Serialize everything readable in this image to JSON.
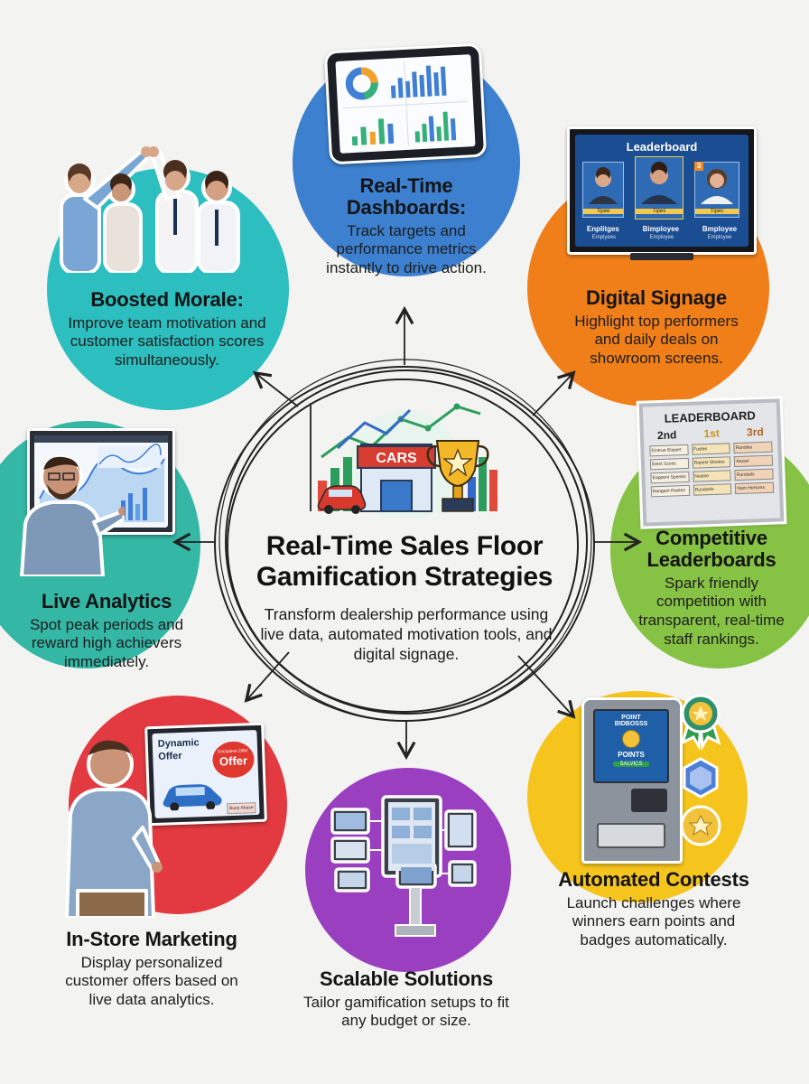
{
  "center": {
    "title_line1": "Real-Time Sales Floor",
    "title_line2": "Gamification Strategies",
    "description": "Transform dealership performance using live data, automated motivation tools, and digital signage.",
    "illustration_sign": "CARS"
  },
  "cards": {
    "dashboards": {
      "title_line1": "Real-Time",
      "title_line2": "Dashboards:",
      "text": "Track targets and performance metrics instantly to drive action."
    },
    "morale": {
      "title": "Boosted Morale:",
      "text": "Improve team motivation and customer satisfaction scores simultaneously."
    },
    "signage": {
      "title": "Digital Signage",
      "text": "Highlight top performers and daily deals on showroom screens.",
      "screen_title": "Leaderboard",
      "screen_rank_3": "3",
      "screen_labels": [
        "Tipee",
        "Tipes",
        "Tipes"
      ],
      "screen_names": [
        "Enplitges",
        "Bimployee",
        "Bmployee"
      ],
      "screen_roles": [
        "Emplyees",
        "Employee",
        "Employee"
      ]
    },
    "leaderboards": {
      "title_line1": "Competitive",
      "title_line2": "Leaderboards",
      "text": "Spark friendly competition with transparent, real-time staff rankings.",
      "board_title": "LEADERBOARD",
      "board_places": [
        "2nd",
        "1st",
        "3rd"
      ],
      "board_rows": [
        [
          "Emtrue Elasert",
          "Fustes",
          "Rundies"
        ],
        [
          "Eetnt Scces",
          "Rapest Slootes",
          "Ausan"
        ],
        [
          "Eappent Spertes",
          "Nustoe",
          "Rundsds"
        ],
        [
          "Bangant Rootes",
          "Rundsels",
          "Nam Hersons"
        ]
      ]
    },
    "analytics": {
      "title": "Live Analytics",
      "text": "Spot peak periods and reward high achievers immediately."
    },
    "marketing": {
      "title": "In-Store Marketing",
      "text": "Display personalized customer offers based on live data analytics.",
      "screen_heading_1": "Dynamic",
      "screen_heading_2": "Offer",
      "screen_badge_top": "Exclusive Offer",
      "screen_badge": "Offer",
      "screen_button": "Buoy Abase"
    },
    "contests": {
      "title": "Automated Contests",
      "text": "Launch challenges where winners earn points and badges automatically.",
      "kiosk_top_1": "POINT",
      "kiosk_top_2": "BIDBOSSS",
      "kiosk_points": "POINTS",
      "kiosk_button": "SALVICS"
    },
    "scalable": {
      "title": "Scalable Solutions",
      "text": "Tailor gamification setups to fit any budget or size."
    }
  },
  "colors": {
    "dashboards": "#3c80cf",
    "morale": "#2dbfbf",
    "signage": "#f07f19",
    "leaderboards": "#86c244",
    "analytics": "#35b7a5",
    "marketing": "#e23a40",
    "contests": "#f6c51d",
    "scalable": "#9a3fbf"
  }
}
